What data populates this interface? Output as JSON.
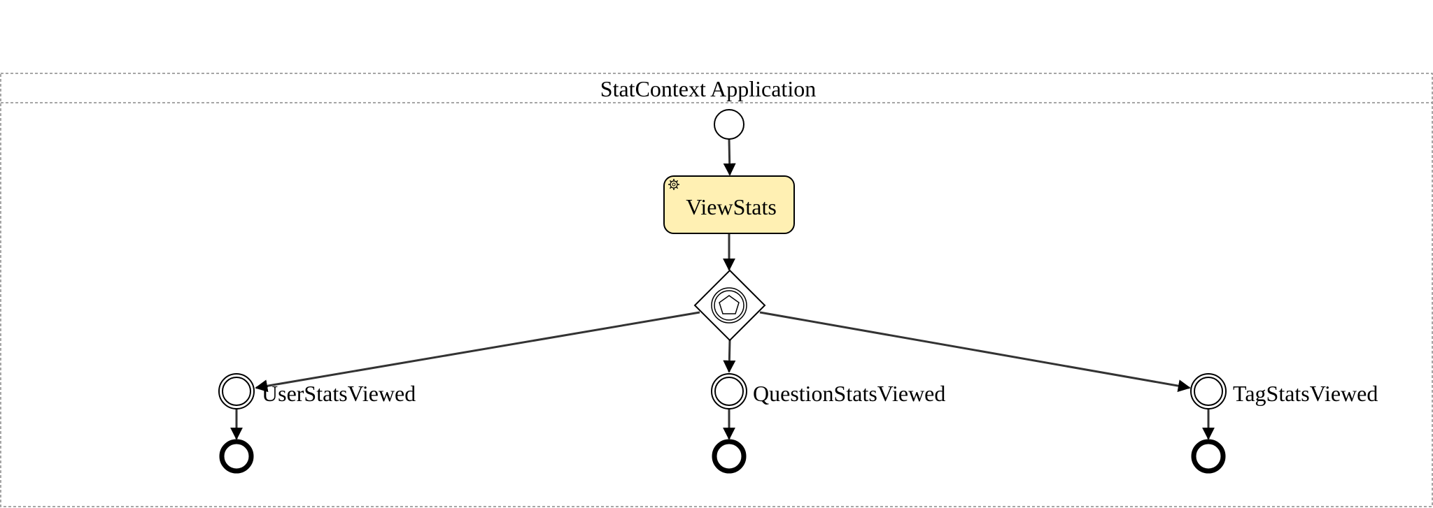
{
  "pool": {
    "title": "StatContext Application"
  },
  "nodes": {
    "start": {
      "kind": "start-event"
    },
    "task": {
      "kind": "service-task",
      "label": "ViewStats",
      "icon": "gear-icon",
      "fill": "#FFF0B3"
    },
    "gateway": {
      "kind": "event-based-gateway",
      "icon": "pentagon-icon"
    },
    "events": [
      {
        "kind": "intermediate-catch-event",
        "label": "UserStatsViewed"
      },
      {
        "kind": "intermediate-catch-event",
        "label": "QuestionStatsViewed"
      },
      {
        "kind": "intermediate-catch-event",
        "label": "TagStatsViewed"
      }
    ],
    "ends": [
      {
        "kind": "end-event"
      },
      {
        "kind": "end-event"
      },
      {
        "kind": "end-event"
      }
    ]
  },
  "flows": [
    {
      "from": "start",
      "to": "task"
    },
    {
      "from": "task",
      "to": "gateway"
    },
    {
      "from": "gateway",
      "to": "events.0"
    },
    {
      "from": "gateway",
      "to": "events.1"
    },
    {
      "from": "gateway",
      "to": "events.2"
    },
    {
      "from": "events.0",
      "to": "ends.0"
    },
    {
      "from": "events.1",
      "to": "ends.1"
    },
    {
      "from": "events.2",
      "to": "ends.2"
    }
  ],
  "colors": {
    "task_fill": "#FFF0B3",
    "stroke": "#000000",
    "flow": "#333333",
    "pool_border": "#888888"
  }
}
